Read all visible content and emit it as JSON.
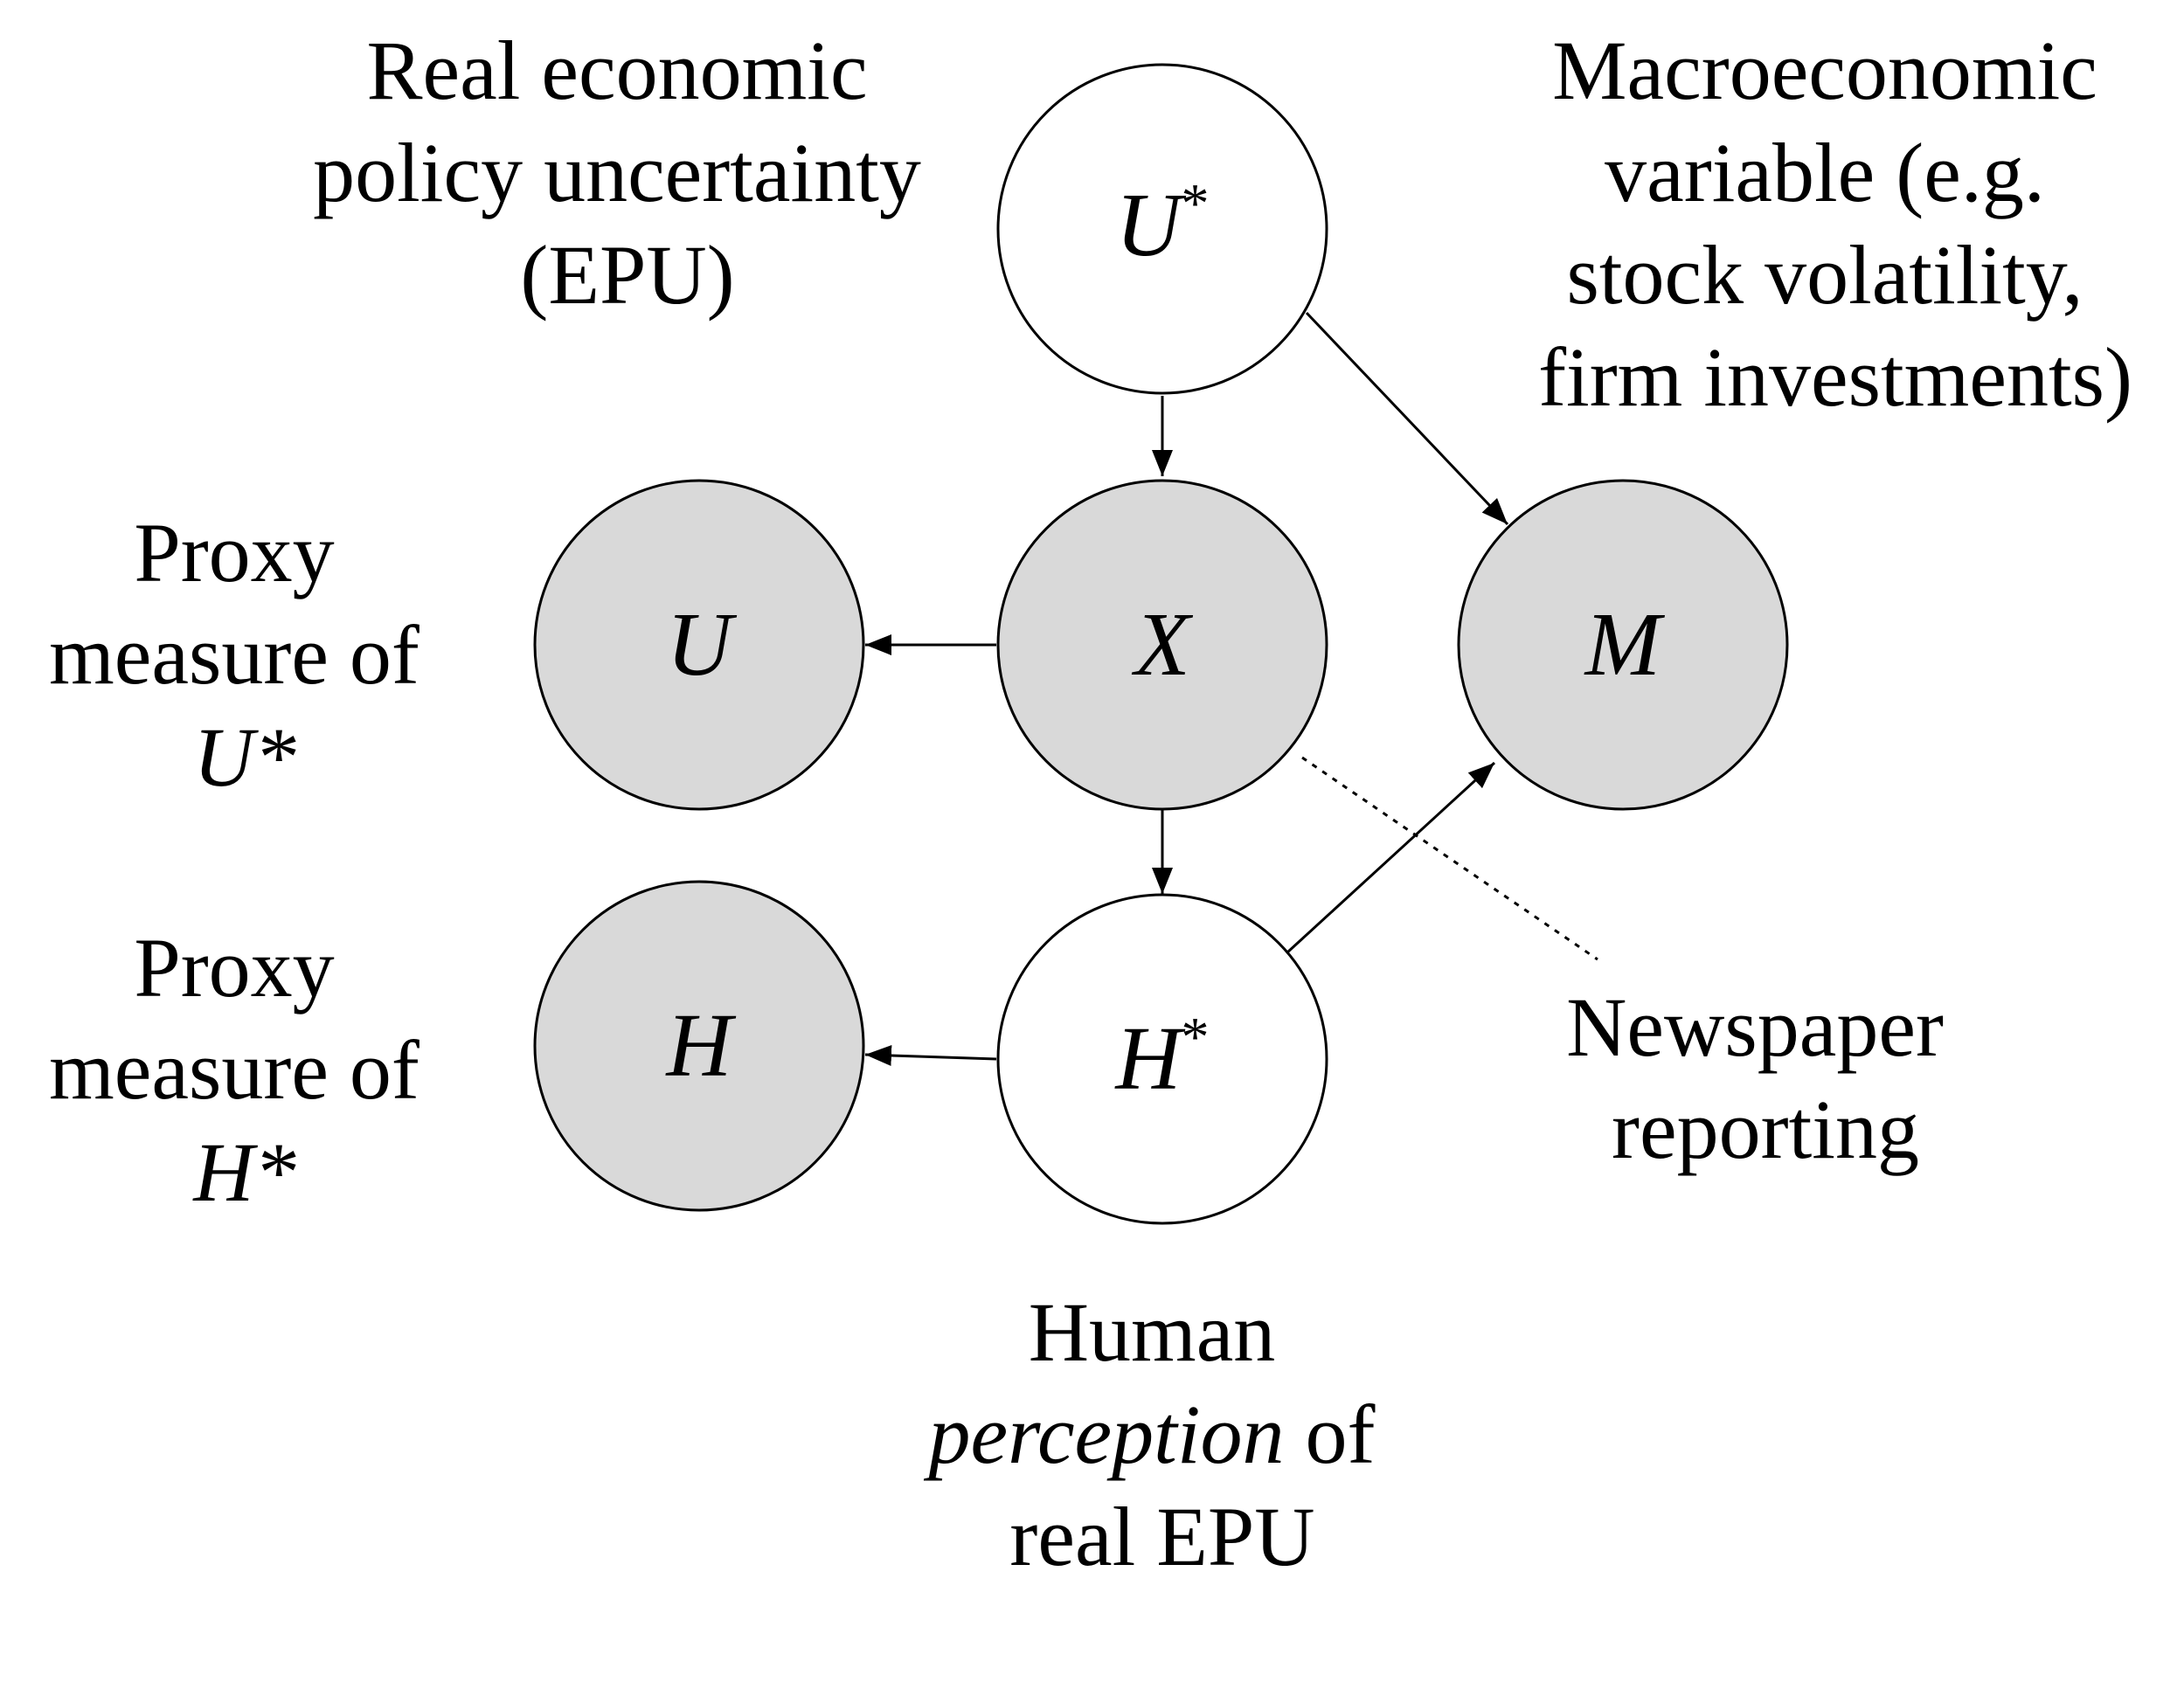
{
  "colors": {
    "observed_fill": "#d9d9d9",
    "latent_fill": "#ffffff",
    "stroke": "#000000"
  },
  "nodes": {
    "u_star": {
      "symbol": "U",
      "sup": "*",
      "observed": false
    },
    "x": {
      "symbol": "X",
      "observed": true
    },
    "u": {
      "symbol": "U",
      "observed": true
    },
    "m": {
      "symbol": "M",
      "observed": true
    },
    "h": {
      "symbol": "H",
      "observed": true
    },
    "h_star": {
      "symbol": "H",
      "sup": "*",
      "observed": false
    }
  },
  "labels": {
    "real_epu": [
      "Real economic",
      "policy uncertainty",
      "(EPU)"
    ],
    "macro": [
      "Macroeconomic",
      "variable (e.g.",
      "stock volatility,",
      "firm investments)"
    ],
    "proxy_u": {
      "line1": "Proxy",
      "line2": "measure of",
      "line3": "U*"
    },
    "proxy_h": {
      "line1": "Proxy",
      "line2": "measure of",
      "line3": "H*"
    },
    "newspaper": [
      "Newspaper",
      "reporting"
    ],
    "human": {
      "line1": "Human",
      "line2_italic": "perception",
      "line2_rest": " of",
      "line3": "real EPU"
    }
  },
  "edges": [
    {
      "from": "u_star",
      "to": "x",
      "style": "arrow"
    },
    {
      "from": "u_star",
      "to": "m",
      "style": "arrow"
    },
    {
      "from": "x",
      "to": "u",
      "style": "arrow"
    },
    {
      "from": "x",
      "to": "h_star",
      "style": "arrow"
    },
    {
      "from": "h_star",
      "to": "h",
      "style": "arrow"
    },
    {
      "from": "h_star",
      "to": "m",
      "style": "arrow"
    },
    {
      "from": "x",
      "to": "newspaper",
      "style": "dotted"
    }
  ]
}
